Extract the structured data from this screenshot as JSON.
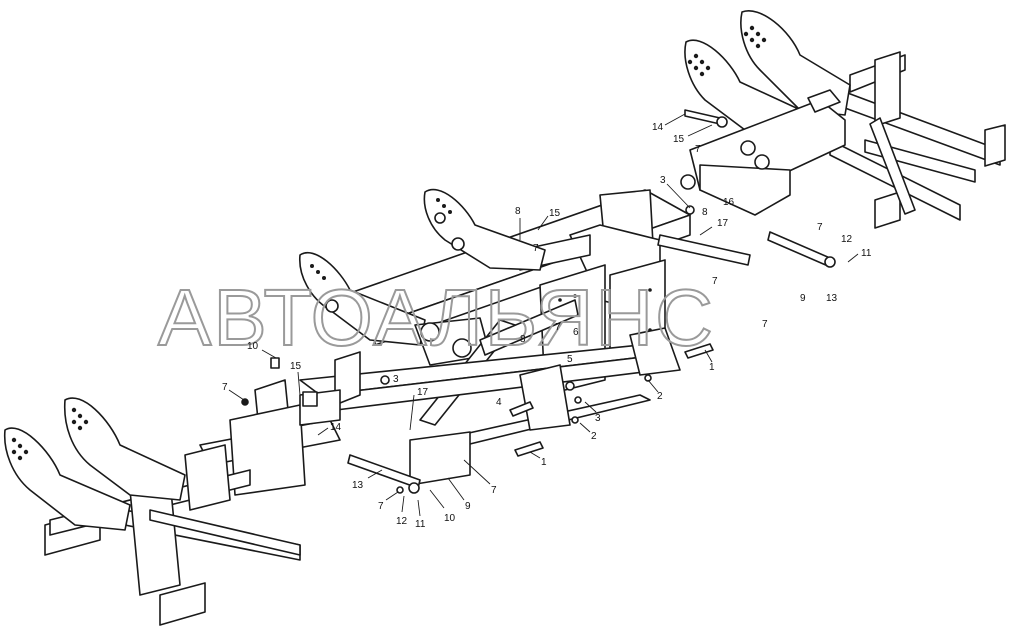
{
  "watermark": "АВТОАЛЬЯНС",
  "callouts": [
    {
      "id": "c1",
      "label": "14"
    },
    {
      "id": "c2",
      "label": "15"
    },
    {
      "id": "c3",
      "label": "7"
    },
    {
      "id": "c4",
      "label": "16"
    },
    {
      "id": "c5",
      "label": "3"
    },
    {
      "id": "c6",
      "label": "8"
    },
    {
      "id": "c7",
      "label": "17"
    },
    {
      "id": "c8",
      "label": "7"
    },
    {
      "id": "c9",
      "label": "12"
    },
    {
      "id": "c10",
      "label": "11"
    },
    {
      "id": "c11",
      "label": "9"
    },
    {
      "id": "c12",
      "label": "13"
    },
    {
      "id": "c13",
      "label": "8"
    },
    {
      "id": "c14",
      "label": "15"
    },
    {
      "id": "c15",
      "label": "7"
    },
    {
      "id": "c16",
      "label": "7"
    },
    {
      "id": "c17",
      "label": "6"
    },
    {
      "id": "c18",
      "label": "8"
    },
    {
      "id": "c19",
      "label": "7"
    },
    {
      "id": "c20",
      "label": "7"
    },
    {
      "id": "c21",
      "label": "1"
    },
    {
      "id": "c22",
      "label": "5"
    },
    {
      "id": "c23",
      "label": "2"
    },
    {
      "id": "c24",
      "label": "3"
    },
    {
      "id": "c25",
      "label": "4"
    },
    {
      "id": "c26",
      "label": "2"
    },
    {
      "id": "c27",
      "label": "1"
    },
    {
      "id": "c28",
      "label": "10"
    },
    {
      "id": "c29",
      "label": "15"
    },
    {
      "id": "c30",
      "label": "3"
    },
    {
      "id": "c31",
      "label": "7"
    },
    {
      "id": "c32",
      "label": "17"
    },
    {
      "id": "c33",
      "label": "14"
    },
    {
      "id": "c34",
      "label": "13"
    },
    {
      "id": "c35",
      "label": "7"
    },
    {
      "id": "c36",
      "label": "12"
    },
    {
      "id": "c37",
      "label": "11"
    },
    {
      "id": "c38",
      "label": "10"
    },
    {
      "id": "c39",
      "label": "9"
    },
    {
      "id": "c40",
      "label": "7"
    }
  ]
}
